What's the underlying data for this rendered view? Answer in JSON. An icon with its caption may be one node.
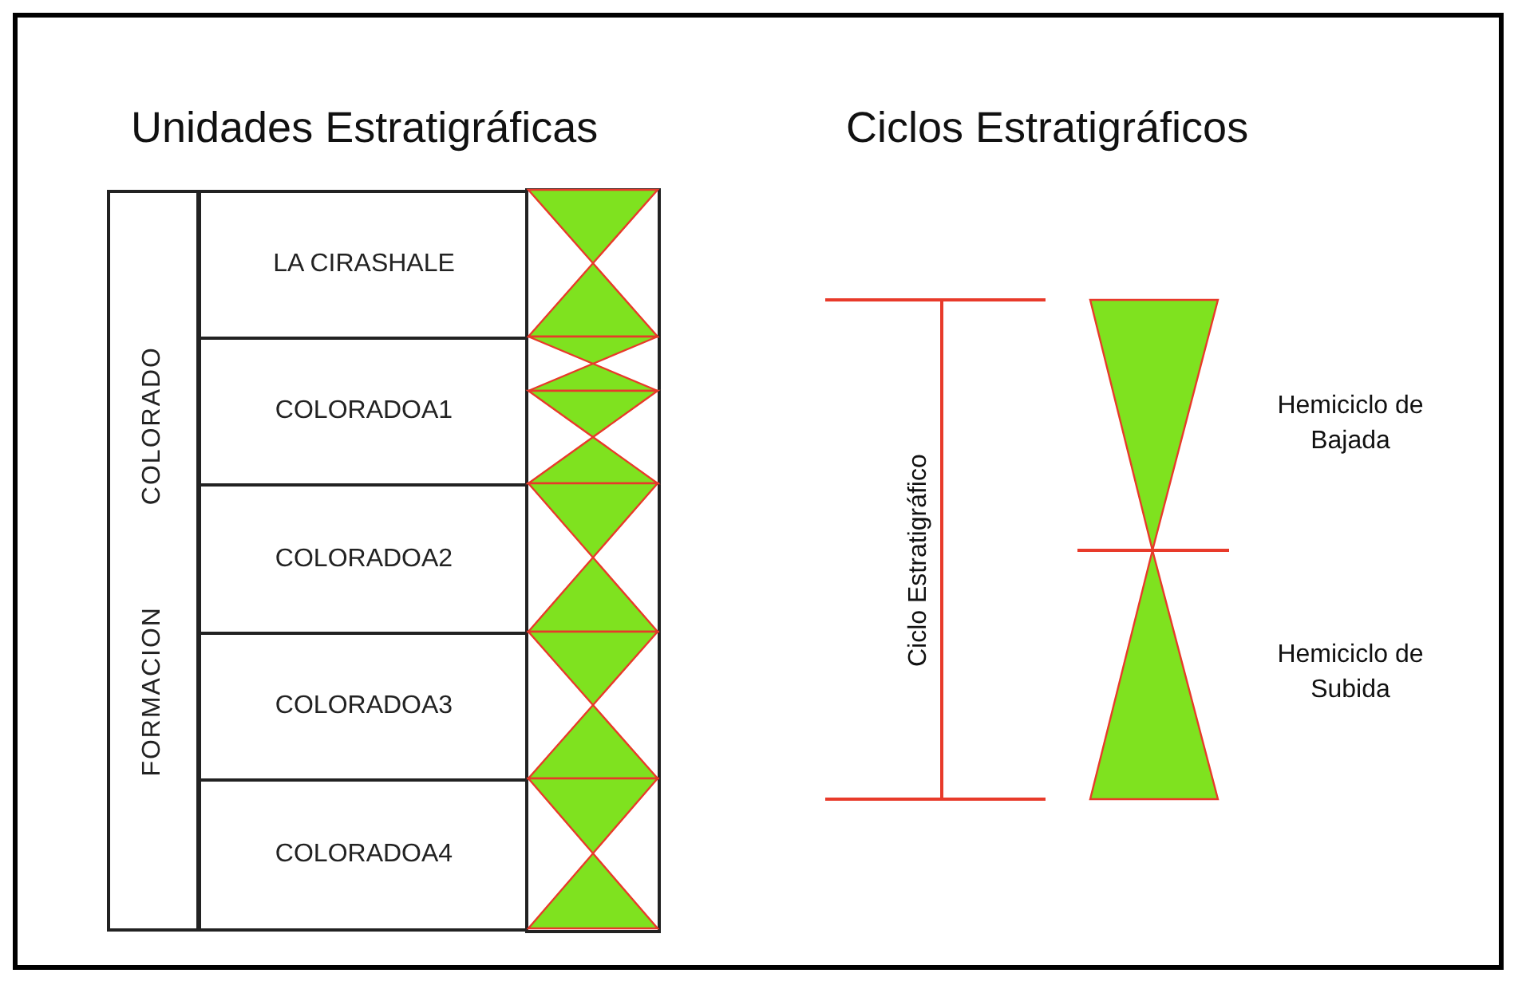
{
  "diagram": {
    "nodes": [
      {
        "text": [
          "FORMACION COLORADO"
        ]
      },
      {
        "text": [
          "LA CIRASHALE"
        ]
      },
      {
        "text": [
          "COLORADOA1"
        ]
      },
      {
        "text": [
          "COLORADOA2"
        ]
      },
      {
        "text": [
          "COLORADOA3"
        ]
      },
      {
        "text": [
          "COLORADOA4"
        ]
      }
    ],
    "labels": [
      "Unidades Estratigráficas",
      "Ciclos Estratigráficos",
      "Ciclo Estratigráfico",
      "Hemiciclo de Bajada",
      "Hemiciclo de Subida"
    ]
  }
}
